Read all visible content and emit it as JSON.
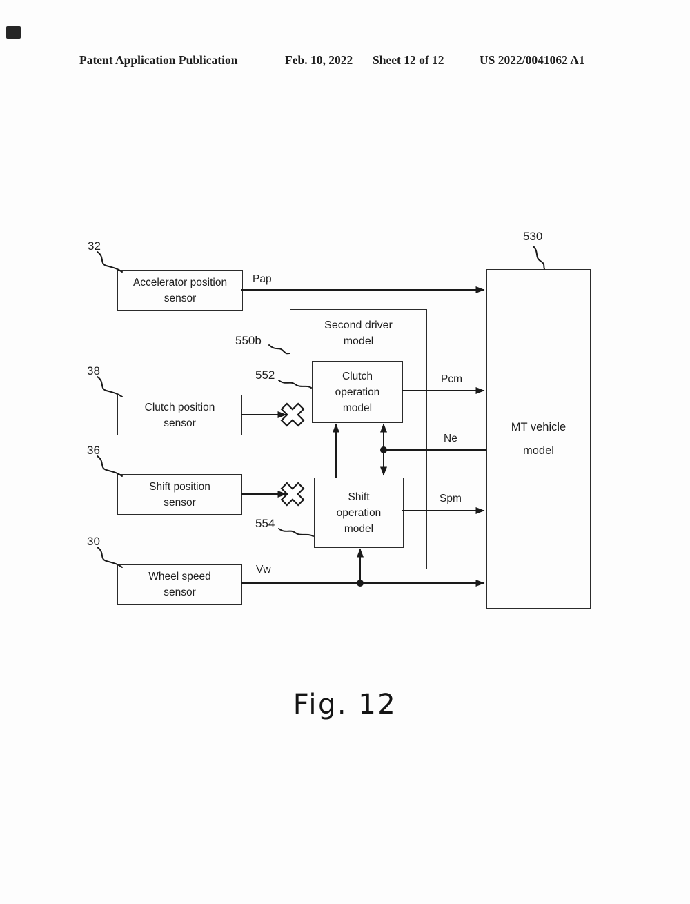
{
  "header": {
    "publication": "Patent Application Publication",
    "date": "Feb. 10, 2022",
    "sheet": "Sheet 12 of 12",
    "patent_number": "US 2022/0041062 A1"
  },
  "diagram": {
    "boxes": {
      "accelerator": {
        "ref": "32",
        "lines": [
          "Accelerator position",
          "sensor"
        ]
      },
      "clutch_sensor": {
        "ref": "38",
        "lines": [
          "Clutch position",
          "sensor"
        ]
      },
      "shift_sensor": {
        "ref": "36",
        "lines": [
          "Shift position",
          "sensor"
        ]
      },
      "wheel_sensor": {
        "ref": "30",
        "lines": [
          "Wheel speed",
          "sensor"
        ]
      },
      "second_driver": {
        "ref": "550b",
        "lines": [
          "Second driver",
          "model"
        ]
      },
      "clutch_op": {
        "ref": "552",
        "lines": [
          "Clutch",
          "operation",
          "model"
        ]
      },
      "shift_op": {
        "ref": "554",
        "lines": [
          "Shift",
          "operation",
          "model"
        ]
      },
      "mt_vehicle": {
        "ref": "530",
        "lines": [
          "MT vehicle",
          "model"
        ]
      }
    },
    "signals": {
      "pap": "Pap",
      "pcm": "Pcm",
      "ne": "Ne",
      "spm": "Spm",
      "vw": "Vw"
    }
  },
  "caption": "Fig. 12",
  "colors": {
    "ink": "#1a1a1a",
    "paper": "#fdfdfd"
  }
}
